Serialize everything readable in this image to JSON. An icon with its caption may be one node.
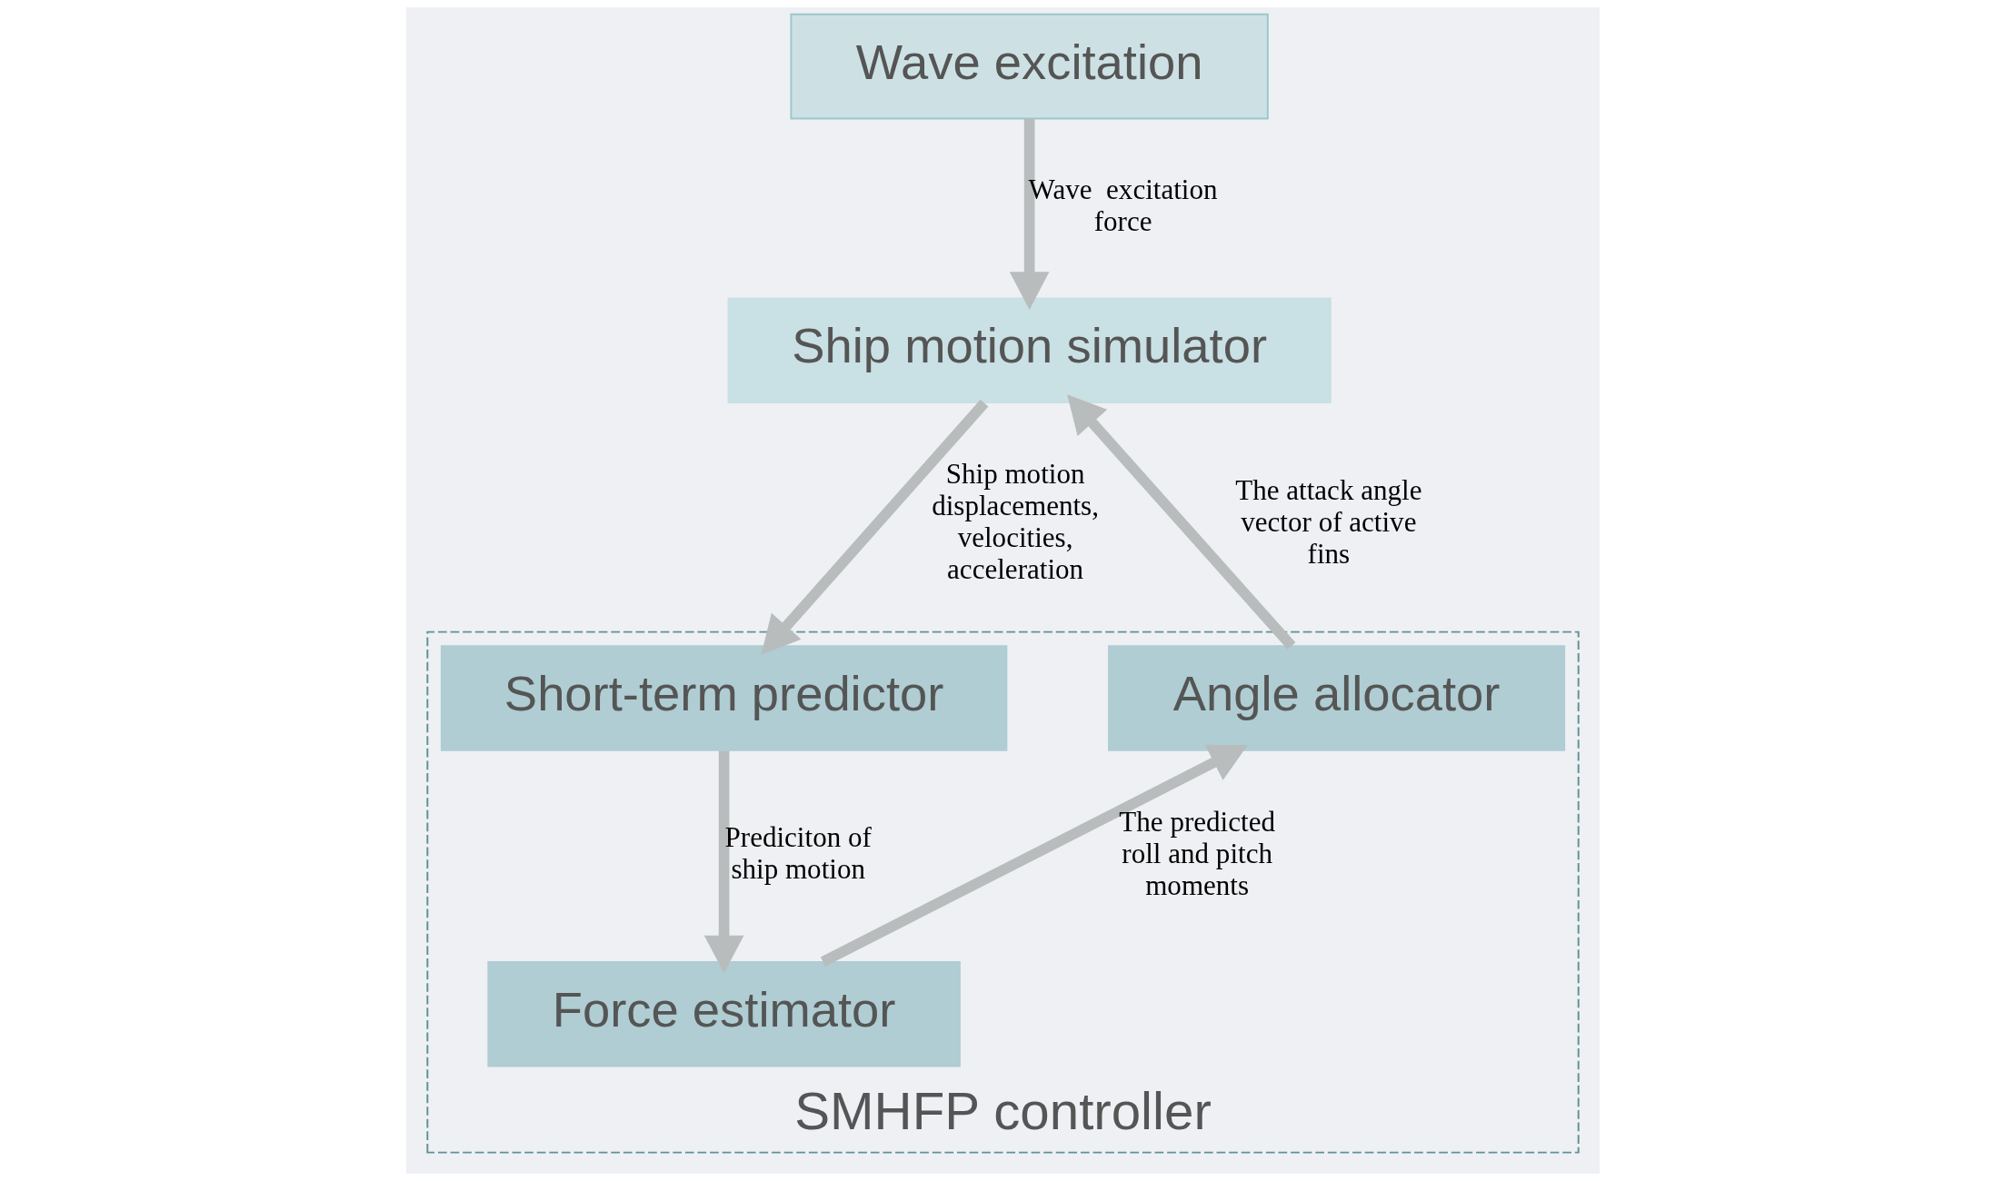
{
  "diagram": {
    "nodes": [
      {
        "text": [
          "Wave excitation"
        ]
      },
      {
        "text": [
          "Ship motion simulator"
        ]
      },
      {
        "text": [
          "SMHFP controller"
        ]
      },
      {
        "text": [
          "Angle allocator"
        ],
        "in": 2
      },
      {
        "text": [
          "Short-term predictor"
        ],
        "in": 2
      },
      {
        "text": [
          "Force estimator"
        ],
        "in": 2
      }
    ],
    "edges": [
      {
        "from": 0,
        "to": 1,
        "arrow": "to",
        "label": "Wave  excitation force"
      },
      {
        "from": 1,
        "to": 4,
        "arrow": "to",
        "label": "Ship motion displacements, velocities, acceleration"
      },
      {
        "from": 4,
        "to": 5,
        "arrow": "to",
        "label": "Prediciton of ship motion"
      },
      {
        "from": 5,
        "to": 3,
        "arrow": "to",
        "label": "The predicted roll and pitch moments"
      },
      {
        "from": 3,
        "to": 1,
        "arrow": "to",
        "label": "The attack angle vector of active fins"
      }
    ]
  }
}
